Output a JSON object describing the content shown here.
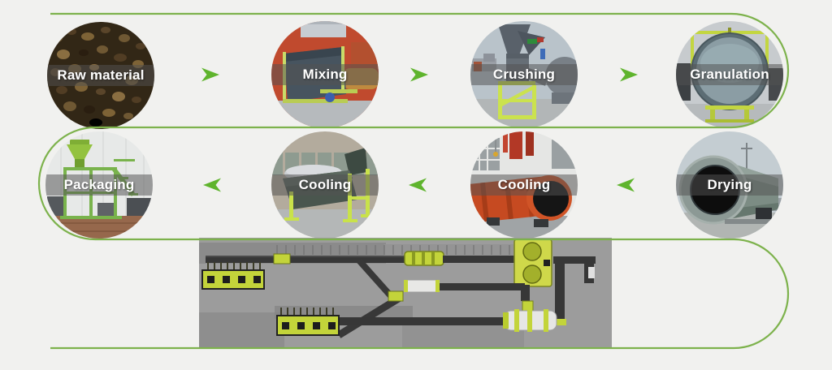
{
  "colors": {
    "page_bg": "#f1f1ef",
    "flow_line": "#7db24c",
    "arrow_green": "#5fb42d",
    "label_band": "rgba(82,82,82,0.52)",
    "label_text": "#ffffff",
    "machine_lime": "#c3d43a",
    "layout_bg": "#9c9c9c"
  },
  "flow": {
    "row1_arrow_direction": "right",
    "row2_arrow_direction": "left",
    "steps": [
      {
        "id": "raw-material",
        "label": "Raw material"
      },
      {
        "id": "mixing",
        "label": "Mixing"
      },
      {
        "id": "crushing",
        "label": "Crushing"
      },
      {
        "id": "granulation",
        "label": "Granulation"
      },
      {
        "id": "packaging",
        "label": "Packaging"
      },
      {
        "id": "cooling-1",
        "label": "Cooling"
      },
      {
        "id": "cooling-2",
        "label": "Cooling"
      },
      {
        "id": "drying",
        "label": "Drying"
      }
    ]
  },
  "icons": {
    "flow_arrow_right": "▶",
    "flow_arrow_left": "◀"
  }
}
